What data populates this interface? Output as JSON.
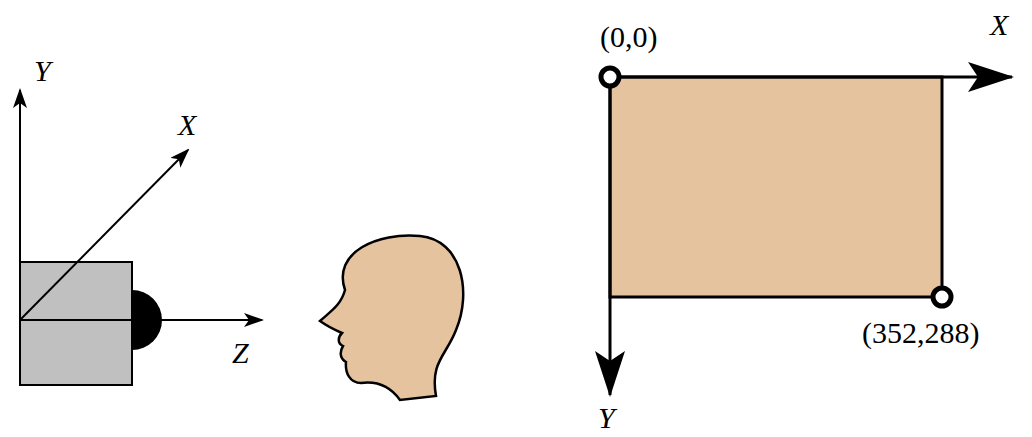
{
  "diagram": {
    "labels": [
      "Y",
      "X",
      "Z",
      "(0,0)",
      "X",
      "(352,288)",
      "Y"
    ]
  }
}
